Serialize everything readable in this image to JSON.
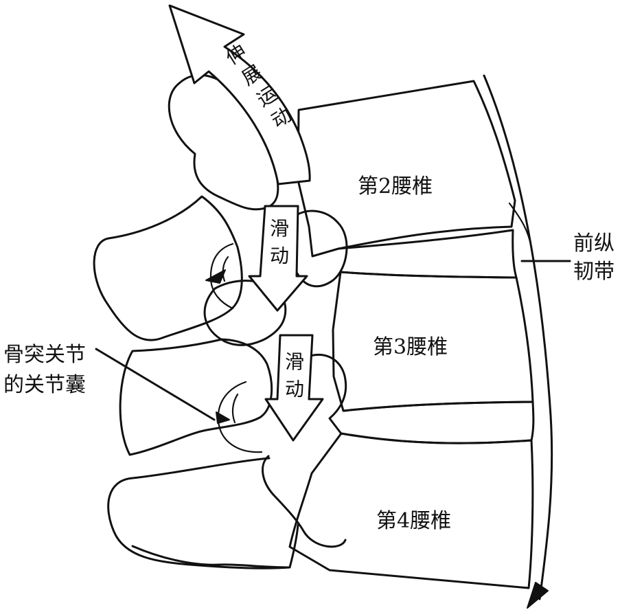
{
  "diagram": {
    "labels": {
      "l2": "第2腰椎",
      "l3": "第3腰椎",
      "l4": "第4腰椎",
      "anterior_ligament_line1": "前纵",
      "anterior_ligament_line2": "韧带",
      "capsule_line1": "骨突关节",
      "capsule_line2": "的关节囊",
      "extension": [
        "伸",
        "展",
        "运",
        "动"
      ],
      "slide_upper": [
        "滑",
        "动"
      ],
      "slide_lower": [
        "滑",
        "动"
      ]
    }
  }
}
